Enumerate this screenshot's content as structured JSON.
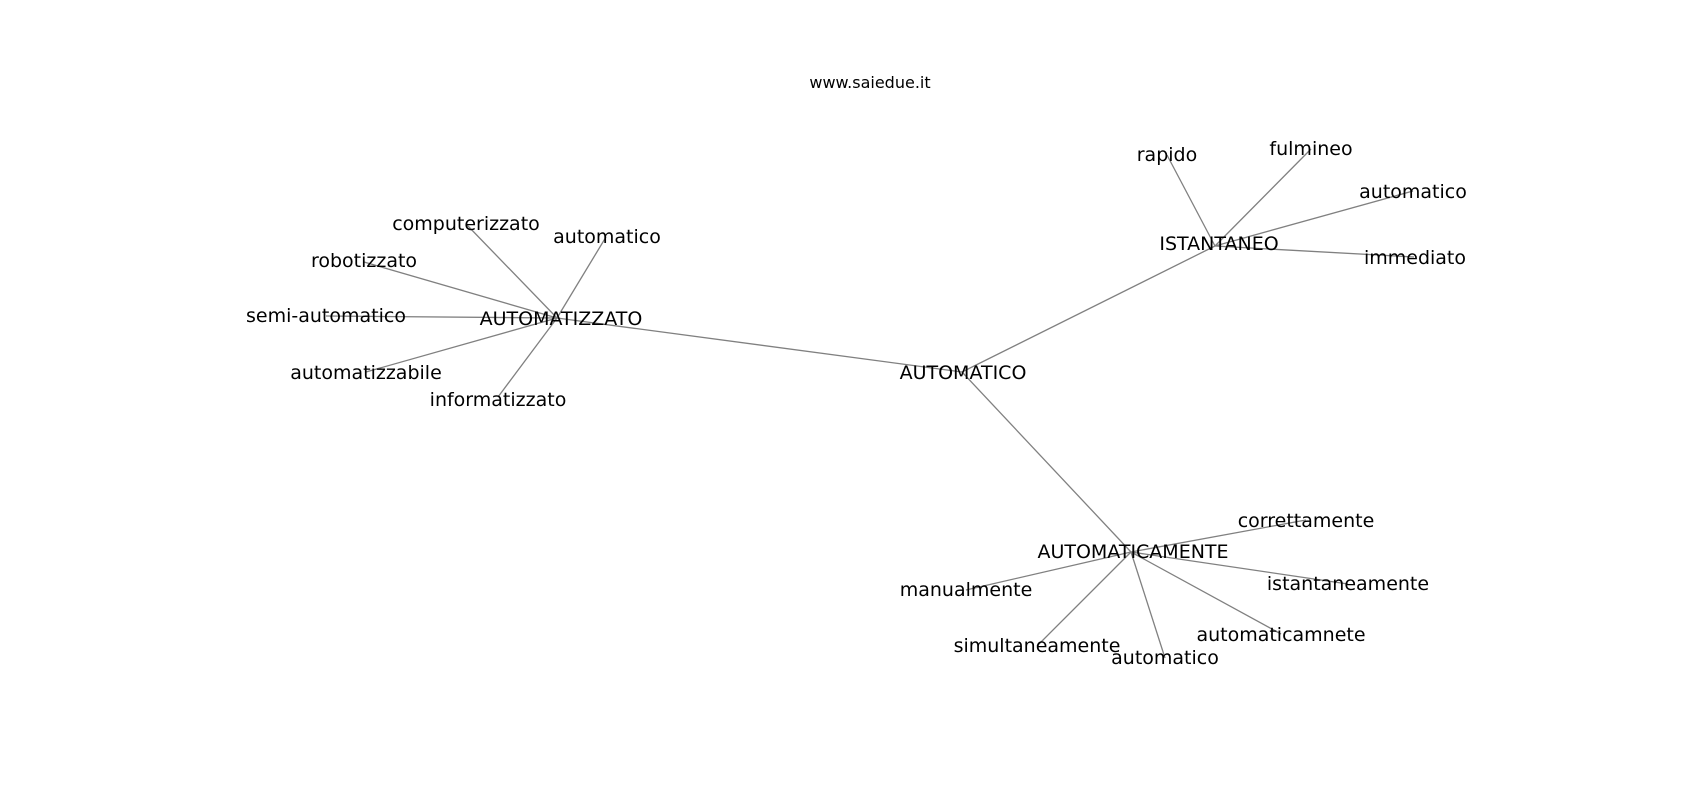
{
  "watermark": "www.saiedue.it",
  "graph": {
    "root": "AUTOMATICO",
    "groups": [
      {
        "hub": "AUTOMATIZZATO",
        "leaves": [
          "computerizzato",
          "automatico",
          "robotizzato",
          "semi-automatico",
          "automatizzabile",
          "informatizzato"
        ]
      },
      {
        "hub": "ISTANTANEO",
        "leaves": [
          "rapido",
          "fulmineo",
          "automatico",
          "immediato"
        ]
      },
      {
        "hub": "AUTOMATICAMENTE",
        "leaves": [
          "correttamente",
          "manualmente",
          "istantaneamente",
          "automaticamnete",
          "simultaneamente",
          "automatico"
        ]
      }
    ]
  },
  "colors": {
    "edge": "#808080",
    "text": "#000000",
    "background": "#ffffff"
  }
}
